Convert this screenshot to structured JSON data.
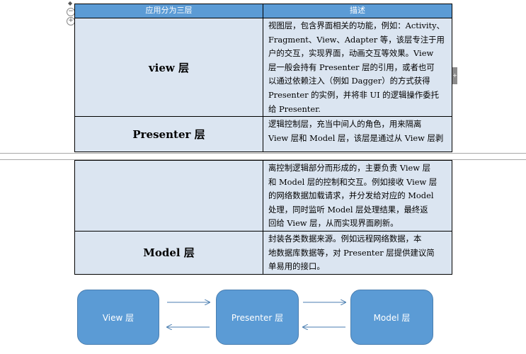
{
  "table": {
    "header": {
      "col1": "应用分为三层",
      "col2": "描述"
    },
    "rows": [
      {
        "name": "view 层",
        "desc": [
          "视图层，包含界面相关的功能，例如：Activity、",
          "Fragment、View、Adapter 等，该层专注于用",
          "户的交互，实现界面，动画交互等效果。View",
          "层一般会持有 Presenter 层的引用，或者也可",
          "以通过依赖注入（例如 Dagger）的方式获得",
          "Presenter 的实例，并将非 UI 的逻辑操作委托",
          "给 Presenter."
        ]
      },
      {
        "name": "Presenter 层",
        "desc_page1": [
          "逻辑控制层，充当中间人的角色，用来隔离",
          "View 层和 Model 层，该层是通过从 View 层剥"
        ],
        "desc_page2": [
          "离控制逻辑部分而形成的，主要负责 View 层",
          "和 Model 层的控制和交互。例如接收 View 层",
          "的网络数据加载请求，并分发给对应的 Model",
          "处理，同时监听 Model 层处理结果，最终返",
          "回给 View 层，从而实现界面刷新。"
        ]
      },
      {
        "name": "Model 层",
        "desc": [
          "封装各类数据来源。例如远程网络数据，本",
          "地数据库数据等，对 Presenter 层提供建议简",
          "单易用的接口。"
        ]
      }
    ]
  },
  "diagram": {
    "boxes": [
      "View 层",
      "Presenter 层",
      "Model 层"
    ],
    "box_color": "#5b9bd5",
    "arrow_color": "#4a7eb0"
  },
  "controls": {
    "collapse": "⊖",
    "expand": "⊕",
    "right_tab": "+"
  }
}
